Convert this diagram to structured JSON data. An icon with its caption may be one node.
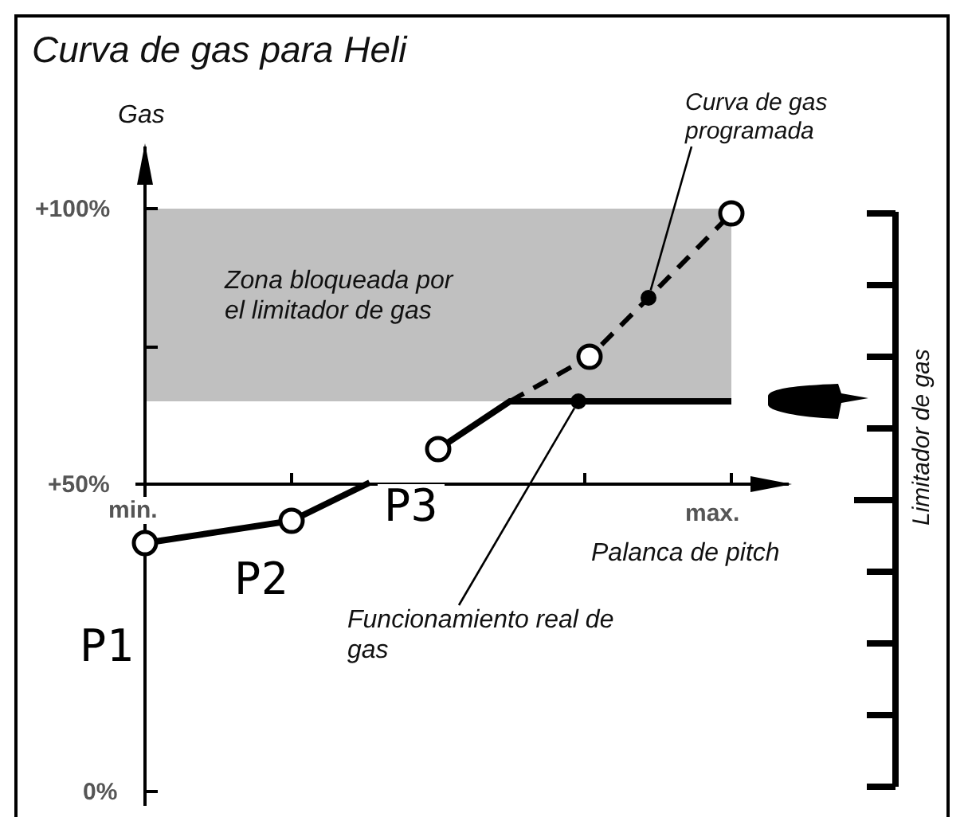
{
  "diagram": {
    "title": "Curva de gas para Heli",
    "nodes": [
      {
        "text": [
          "Curva de gas programada"
        ]
      },
      {
        "text": [
          "Zona bloqueada por el limitador de gas"
        ]
      },
      {
        "text": [],
        "shape": "circle",
        "in": 1
      },
      {
        "text": [],
        "shape": "circle"
      },
      {
        "text": [
          "Funcionamiento real de gas"
        ]
      }
    ],
    "edges": [
      {
        "from": 0,
        "to": 2,
        "arrow": "none"
      },
      {
        "from": 4,
        "to": 3,
        "arrow": "none"
      }
    ],
    "labels": [
      "Gas",
      "+100%",
      "Limitador de gas",
      "+50%",
      "min.",
      "P3",
      "max.",
      "Palanca de pitch",
      "P2",
      "P1",
      "0%"
    ]
  }
}
